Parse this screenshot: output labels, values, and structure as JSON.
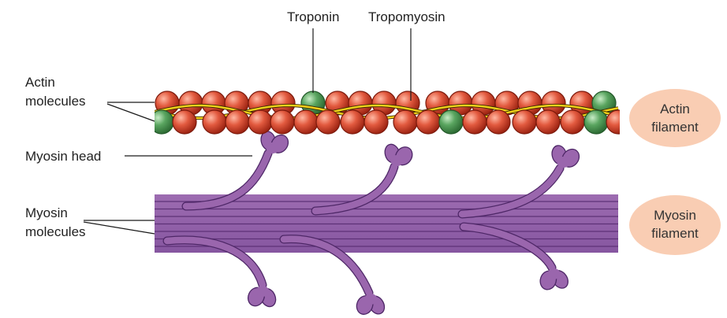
{
  "labels": {
    "troponin": "Troponin",
    "tropomyosin": "Tropomyosin",
    "actin_molecules": [
      "Actin",
      "molecules"
    ],
    "myosin_head": "Myosin head",
    "myosin_molecules": [
      "Myosin",
      "molecules"
    ]
  },
  "ovals": {
    "actin_filament": [
      "Actin",
      "filament"
    ],
    "myosin_filament": [
      "Myosin",
      "filament"
    ]
  },
  "colors": {
    "actin": "#e0533a",
    "troponin": "#5aa560",
    "tropomyosin": "#f2d21a",
    "myosin": "#9a66ad",
    "oval": "#f9cdb3"
  }
}
